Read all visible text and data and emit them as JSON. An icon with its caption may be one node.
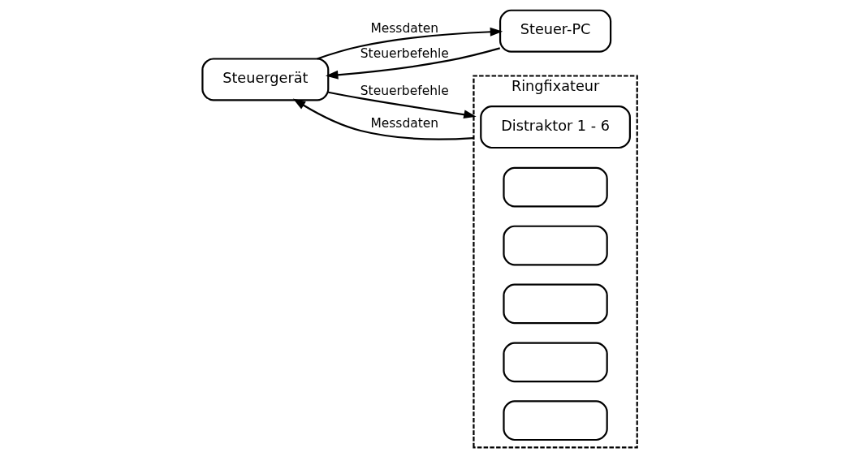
{
  "diagram": {
    "nodes": [
      {
        "text": [
          "Steuergerät"
        ]
      },
      {
        "text": [
          "Steuer-PC"
        ]
      },
      {
        "text": [
          "Ringfixateur"
        ]
      },
      {
        "text": [
          "Distraktor 1 - 6"
        ],
        "in": 2
      },
      {
        "text": [],
        "shape": "box",
        "in": 2
      },
      {
        "text": [],
        "shape": "box",
        "in": 2
      },
      {
        "text": [],
        "shape": "box",
        "in": 2
      },
      {
        "text": [],
        "shape": "box",
        "in": 2
      },
      {
        "text": [],
        "shape": "box",
        "in": 2
      }
    ],
    "edges": [
      {
        "from": 1,
        "to": 0,
        "arrow": "to",
        "label": "Steuerbefehle"
      },
      {
        "from": 0,
        "to": 1,
        "arrow": "to",
        "label": "Messdaten"
      },
      {
        "from": 0,
        "to": 2,
        "arrow": "to",
        "label": "Steuerbefehle"
      },
      {
        "from": 2,
        "to": 0,
        "arrow": "to",
        "label": "Messdaten"
      }
    ]
  }
}
